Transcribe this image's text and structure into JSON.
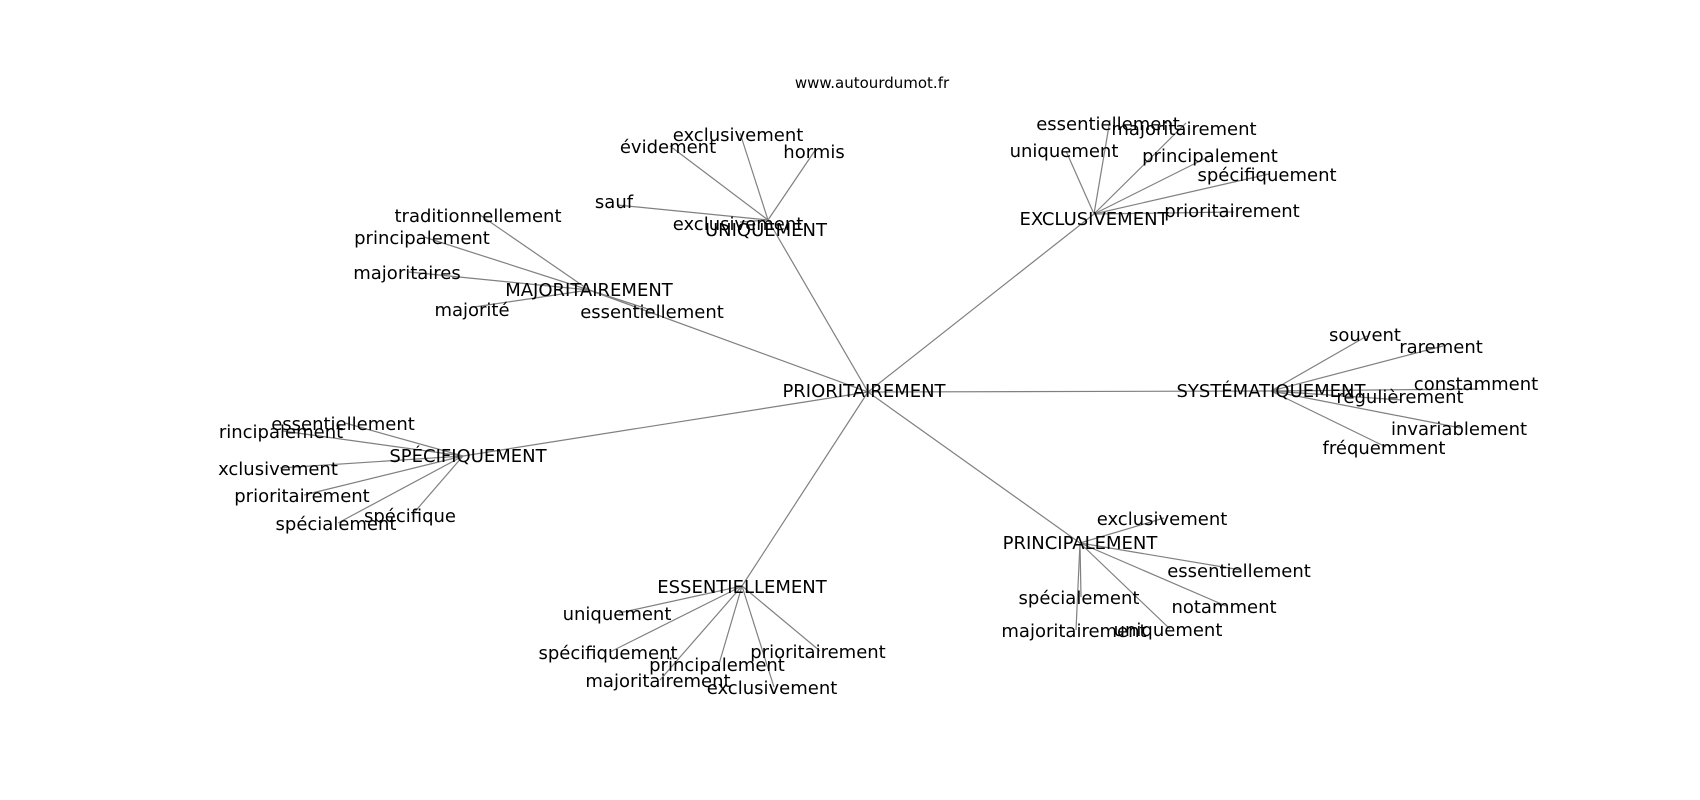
{
  "source": "www.autourdumot.fr",
  "colors": {
    "edge": "#808080",
    "text": "#000000",
    "background": "#ffffff"
  },
  "graph": {
    "center": "PRIORITAIREMENT",
    "clusters": [
      {
        "hub": "UNIQUEMENT",
        "leaves": [
          "évidement",
          "exclusivement",
          "hormis",
          "sauf",
          "exclusivement"
        ]
      },
      {
        "hub": "EXCLUSIVEMENT",
        "leaves": [
          "essentiellement",
          "majoritairement",
          "uniquement",
          "principalement",
          "spécifiquement",
          "prioritairement"
        ]
      },
      {
        "hub": "MAJORITAIREMENT",
        "leaves": [
          "traditionnellement",
          "principalement",
          "majoritaires",
          "majorité",
          "essentiellement"
        ]
      },
      {
        "hub": "SYSTÉMATIQUEMENT",
        "leaves": [
          "souvent",
          "rarement",
          "constamment",
          "régulièrement",
          "invariablement",
          "fréquemment"
        ]
      },
      {
        "hub": "SPÉCIFIQUEMENT",
        "leaves": [
          "essentiellement",
          "rincipalement",
          "xclusivement",
          "prioritairement",
          "spécifique",
          "spécialement"
        ]
      },
      {
        "hub": "PRINCIPALEMENT",
        "leaves": [
          "exclusivement",
          "essentiellement",
          "spécialement",
          "notamment",
          "majoritairement",
          "uniquement"
        ]
      },
      {
        "hub": "ESSENTIELLEMENT",
        "leaves": [
          "uniquement",
          "spécifiquement",
          "principalement",
          "prioritairement",
          "majoritairement",
          "exclusivement"
        ]
      }
    ]
  }
}
